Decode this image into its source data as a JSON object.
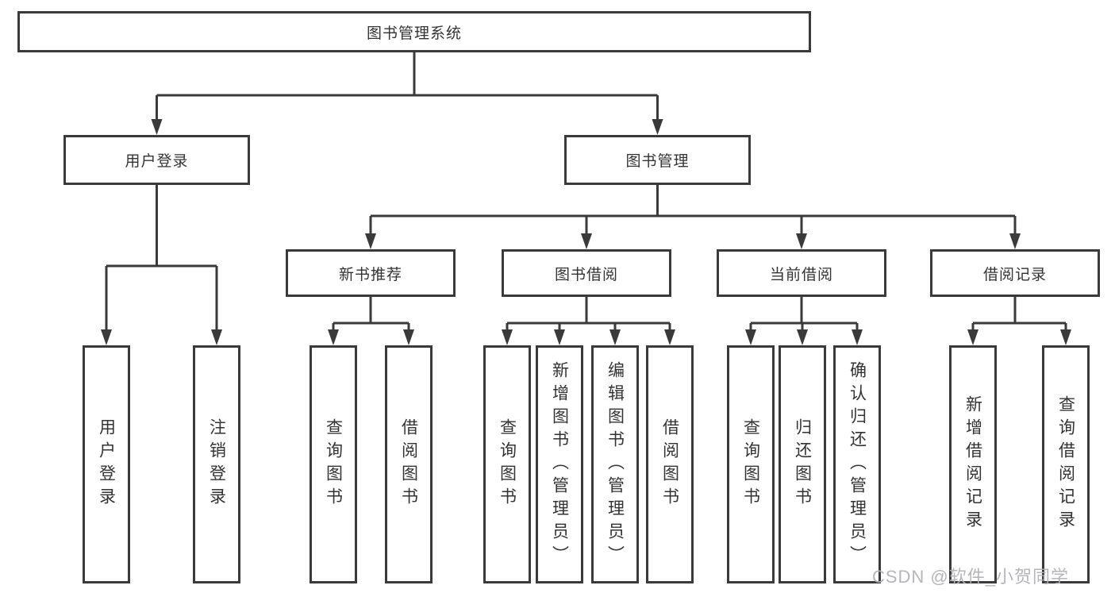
{
  "diagram": {
    "root": {
      "label": "图书管理系统"
    },
    "branches": [
      {
        "label": "用户登录",
        "leaves": [
          {
            "label": "用户登录"
          },
          {
            "label": "注销登录"
          }
        ]
      },
      {
        "label": "图书管理",
        "groups": [
          {
            "label": "新书推荐",
            "leaves": [
              {
                "label": "查询图书"
              },
              {
                "label": "借阅图书"
              }
            ]
          },
          {
            "label": "图书借阅",
            "leaves": [
              {
                "label": "查询图书"
              },
              {
                "label": "新增图书（管理员）"
              },
              {
                "label": "编辑图书（管理员）"
              },
              {
                "label": "借阅图书"
              }
            ]
          },
          {
            "label": "当前借阅",
            "leaves": [
              {
                "label": "查询图书"
              },
              {
                "label": "归还图书"
              },
              {
                "label": "确认归还（管理员）"
              }
            ]
          },
          {
            "label": "借阅记录",
            "leaves": [
              {
                "label": "新增借阅记录"
              },
              {
                "label": "查询借阅记录"
              }
            ]
          }
        ]
      }
    ]
  },
  "watermark": {
    "text": "CSDN @软件_小贺同学"
  },
  "colors": {
    "line": "#3a3a3a",
    "text": "#333333",
    "watermark": "#b2b2b6"
  }
}
